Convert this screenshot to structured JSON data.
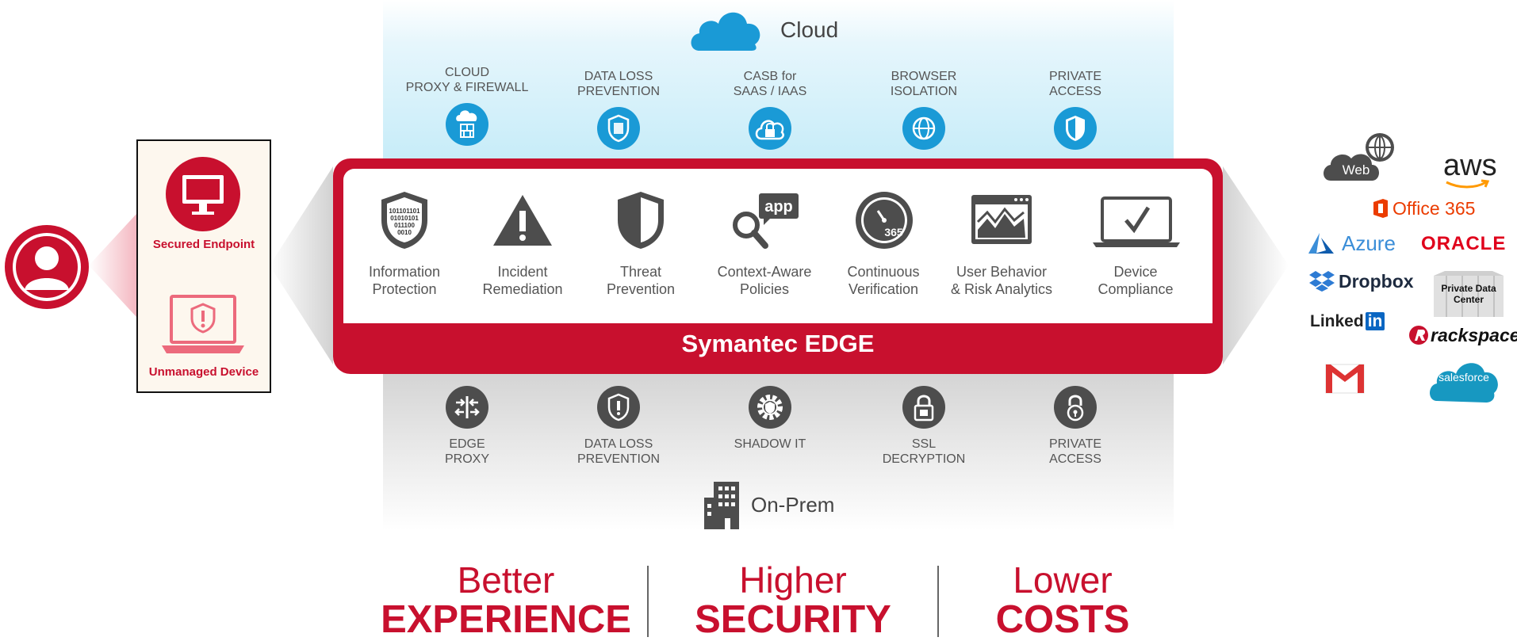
{
  "cloud": {
    "title": "Cloud",
    "services": [
      {
        "line1": "CLOUD",
        "line2": "PROXY & FIREWALL",
        "icon": "cloud-firewall-icon"
      },
      {
        "line1": "DATA LOSS",
        "line2": "PREVENTION",
        "icon": "dlp-shield-icon"
      },
      {
        "line1": "CASB for",
        "line2": "SAAS / IAAS",
        "icon": "cloud-lock-icon"
      },
      {
        "line1": "BROWSER",
        "line2": "ISOLATION",
        "icon": "globe-icon"
      },
      {
        "line1": "PRIVATE",
        "line2": "ACCESS",
        "icon": "shield-icon"
      }
    ]
  },
  "edge": {
    "title": "Symantec EDGE",
    "capabilities": [
      {
        "line1": "Information",
        "line2": "Protection",
        "icon": "binary-shield-icon",
        "badge": "101101101 01010101 011100 0010"
      },
      {
        "line1": "Incident",
        "line2": "Remediation",
        "icon": "warning-icon"
      },
      {
        "line1": "Threat",
        "line2": "Prevention",
        "icon": "shield-icon"
      },
      {
        "line1": "Context-Aware",
        "line2": "Policies",
        "icon": "magnifier-app-icon",
        "badge": "app"
      },
      {
        "line1": "Continuous",
        "line2": "Verification",
        "icon": "clock-365-icon",
        "badge": "365"
      },
      {
        "line1": "User Behavior",
        "line2": "& Risk Analytics",
        "icon": "analytics-chart-icon"
      },
      {
        "line1": "Device",
        "line2": "Compliance",
        "icon": "laptop-check-icon"
      }
    ]
  },
  "onprem": {
    "title": "On-Prem",
    "services": [
      {
        "line1": "EDGE",
        "line2": "PROXY",
        "icon": "proxy-arrows-icon"
      },
      {
        "line1": "DATA LOSS",
        "line2": "PREVENTION",
        "icon": "dlp-shield-icon"
      },
      {
        "line1": "SHADOW IT",
        "line2": "",
        "icon": "gear-shield-icon"
      },
      {
        "line1": "SSL",
        "line2": "DECRYPTION",
        "icon": "ssl-lock-icon"
      },
      {
        "line1": "PRIVATE",
        "line2": "ACCESS",
        "icon": "padlock-icon"
      }
    ]
  },
  "endpoints": {
    "secured": "Secured Endpoint",
    "unmanaged": "Unmanaged Device"
  },
  "destinations": {
    "web": "Web",
    "aws": "aws",
    "office365": "Office 365",
    "azure": "Azure",
    "oracle": "ORACLE",
    "dropbox": "Dropbox",
    "private_dc": "Private Data Center",
    "linkedin_a": "Linked",
    "linkedin_b": "in",
    "rackspace": "rackspace",
    "salesforce": "salesforce"
  },
  "taglines": [
    {
      "top": "Better",
      "bottom": "EXPERIENCE"
    },
    {
      "top": "Higher",
      "bottom": "SECURITY"
    },
    {
      "top": "Lower",
      "bottom": "COSTS"
    }
  ],
  "colors": {
    "brand_red": "#c8102e",
    "cloud_blue": "#1a9ad6",
    "dark_gray": "#4d4d4d"
  }
}
